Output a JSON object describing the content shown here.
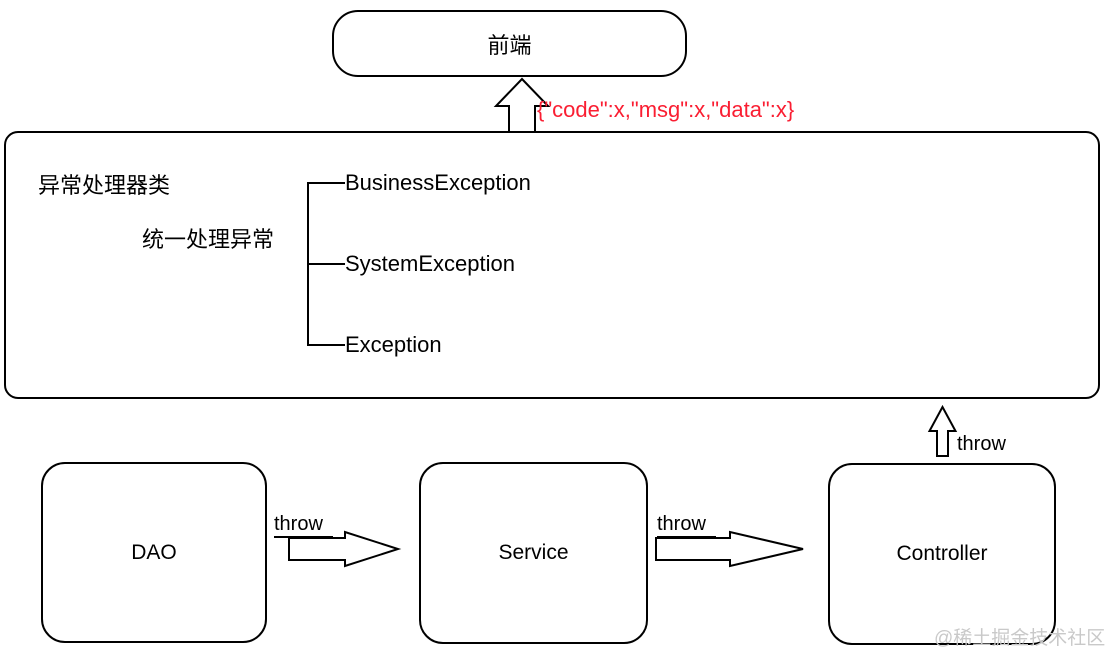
{
  "diagram": {
    "frontend": {
      "label": "前端"
    },
    "response_label": "{\"code\":x,\"msg\":x,\"data\":x}",
    "handler": {
      "title": "异常处理器类",
      "subtitle": "统一处理异常",
      "exceptions": [
        "BusinessException",
        "SystemException",
        "Exception"
      ]
    },
    "nodes": [
      "DAO",
      "Service",
      "Controller"
    ],
    "throw_label": "throw",
    "watermark": "@稀土掘金技术社区",
    "colors": {
      "line": "#000000",
      "response_text": "#fa1e32",
      "watermark_text": "#c9c9c9"
    }
  }
}
